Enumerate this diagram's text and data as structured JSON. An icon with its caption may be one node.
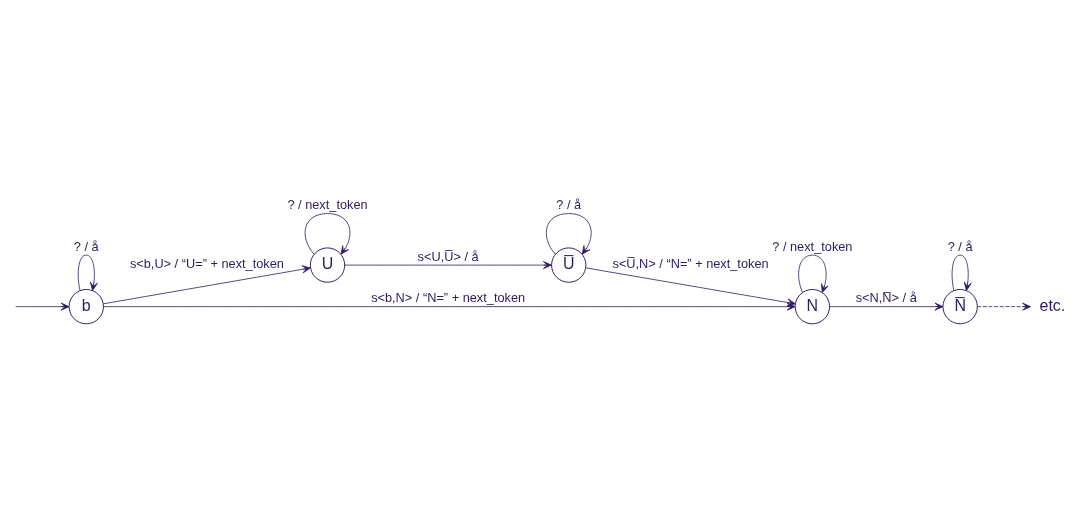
{
  "diagram": {
    "nodes": [
      {
        "text": [
          "b"
        ]
      },
      {
        "text": [
          "U"
        ]
      },
      {
        "text": [
          "U̅"
        ]
      },
      {
        "text": [
          "N"
        ]
      },
      {
        "text": [
          "N̅"
        ]
      },
      {
        "text": [
          "etc."
        ]
      }
    ],
    "edges": [
      {
        "from": null,
        "to": 0,
        "arrow": "to"
      },
      {
        "from": 0,
        "to": 0,
        "arrow": "to",
        "label": "? / å"
      },
      {
        "from": 0,
        "to": 1,
        "arrow": "to",
        "label": "s<b,U> / “U=” + next_token"
      },
      {
        "from": 0,
        "to": 3,
        "arrow": "to",
        "label": "s<b,N> / “N=” + next_token"
      },
      {
        "from": 1,
        "to": 1,
        "arrow": "to",
        "label": "? / next_token"
      },
      {
        "from": 1,
        "to": 2,
        "arrow": "to",
        "label": "s<U,U̅> / å"
      },
      {
        "from": 2,
        "to": 2,
        "arrow": "to",
        "label": "? / å"
      },
      {
        "from": 2,
        "to": 3,
        "arrow": "to",
        "label": "s<U̅,N> / “N=” + next_token"
      },
      {
        "from": 3,
        "to": 3,
        "arrow": "to",
        "label": "? / next_token"
      },
      {
        "from": 3,
        "to": 4,
        "arrow": "to",
        "label": "s<N,N̅> / å"
      },
      {
        "from": 4,
        "to": 4,
        "arrow": "to",
        "label": "? / å"
      },
      {
        "from": 4,
        "to": 5,
        "arrow": "to",
        "style": "dashed"
      }
    ]
  }
}
